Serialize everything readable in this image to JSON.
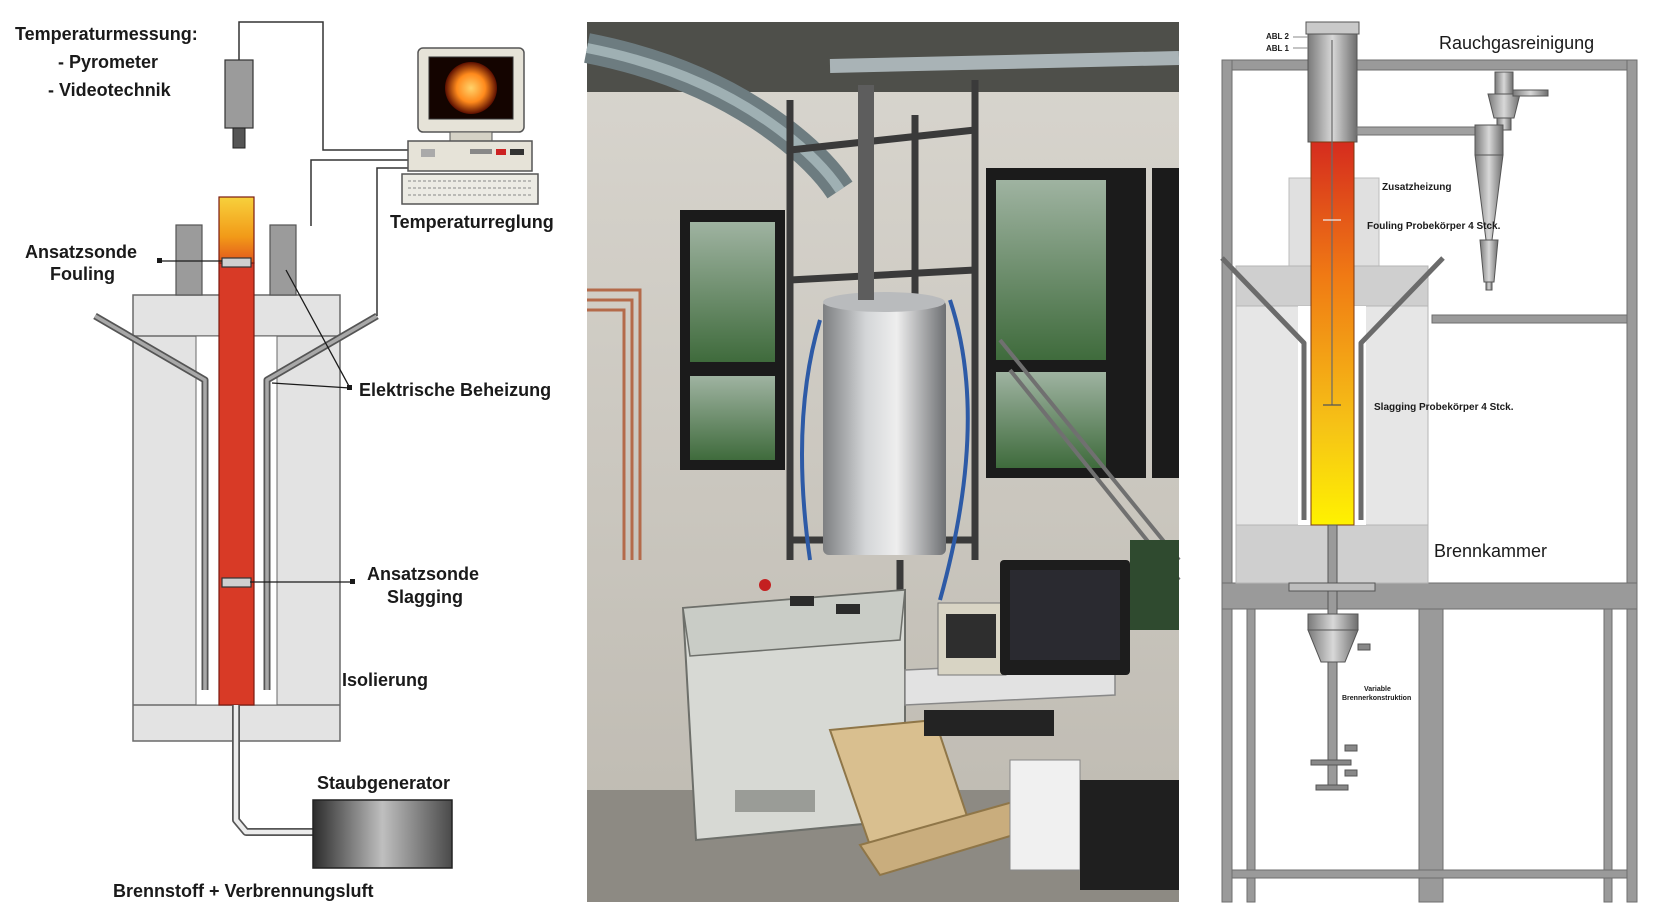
{
  "left_diagram": {
    "measurement_title": "Temperaturmessung:",
    "measurement_items": [
      "- Pyrometer",
      "- Videotechnik"
    ],
    "temperature_control": "Temperaturreglung",
    "fouling_probe_line1": "Ansatzsonde",
    "fouling_probe_line2": "Fouling",
    "electric_heating": "Elektrische Beheizung",
    "slagging_probe_line1": "Ansatzsonde",
    "slagging_probe_line2": "Slagging",
    "insulation": "Isolierung",
    "dust_generator": "Staubgenerator",
    "fuel_air": "Brennstoff + Verbrennungsluft"
  },
  "right_diagram": {
    "flue_gas_cleaning": "Rauchgasreinigung",
    "abl2": "ABL 2",
    "abl1": "ABL 1",
    "additional_heating": "Zusatzheizung",
    "fouling_specimens": "Fouling Probekörper 4 Stck.",
    "slagging_specimens": "Slagging Probekörper 4 Stck.",
    "combustion_chamber": "Brennkammer",
    "burner_line1": "Variable",
    "burner_line2": "Brennerkonstruktion"
  },
  "colors": {
    "furnace_red": "#d83a26",
    "flame_top": "#f5b400",
    "insulation_gray": "#e4e4e4",
    "frame_gray": "#8a8a8a"
  }
}
